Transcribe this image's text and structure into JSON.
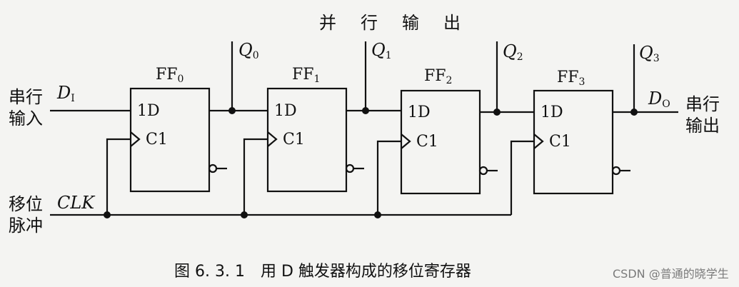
{
  "title": "并行输出",
  "outputs_q": [
    {
      "base": "Q",
      "sub": "0"
    },
    {
      "base": "Q",
      "sub": "1"
    },
    {
      "base": "Q",
      "sub": "2"
    },
    {
      "base": "Q",
      "sub": "3"
    }
  ],
  "flipflops": [
    {
      "base": "FF",
      "sub": "0",
      "d_label": "1D",
      "c_label": "C1"
    },
    {
      "base": "FF",
      "sub": "1",
      "d_label": "1D",
      "c_label": "C1"
    },
    {
      "base": "FF",
      "sub": "2",
      "d_label": "1D",
      "c_label": "C1"
    },
    {
      "base": "FF",
      "sub": "3",
      "d_label": "1D",
      "c_label": "C1"
    }
  ],
  "serial_input": {
    "line1": "串行",
    "line2": "输入",
    "signal_base": "D",
    "signal_sub": "I"
  },
  "serial_output": {
    "line1": "串行",
    "line2": "输出",
    "signal_base": "D",
    "signal_sub": "O"
  },
  "shift_pulse": {
    "line1": "移位",
    "line2": "脉冲",
    "signal": "CLK"
  },
  "caption": "图 6. 3. 1　用 D 触发器构成的移位寄存器",
  "watermark": "CSDN @普通的晓学生"
}
